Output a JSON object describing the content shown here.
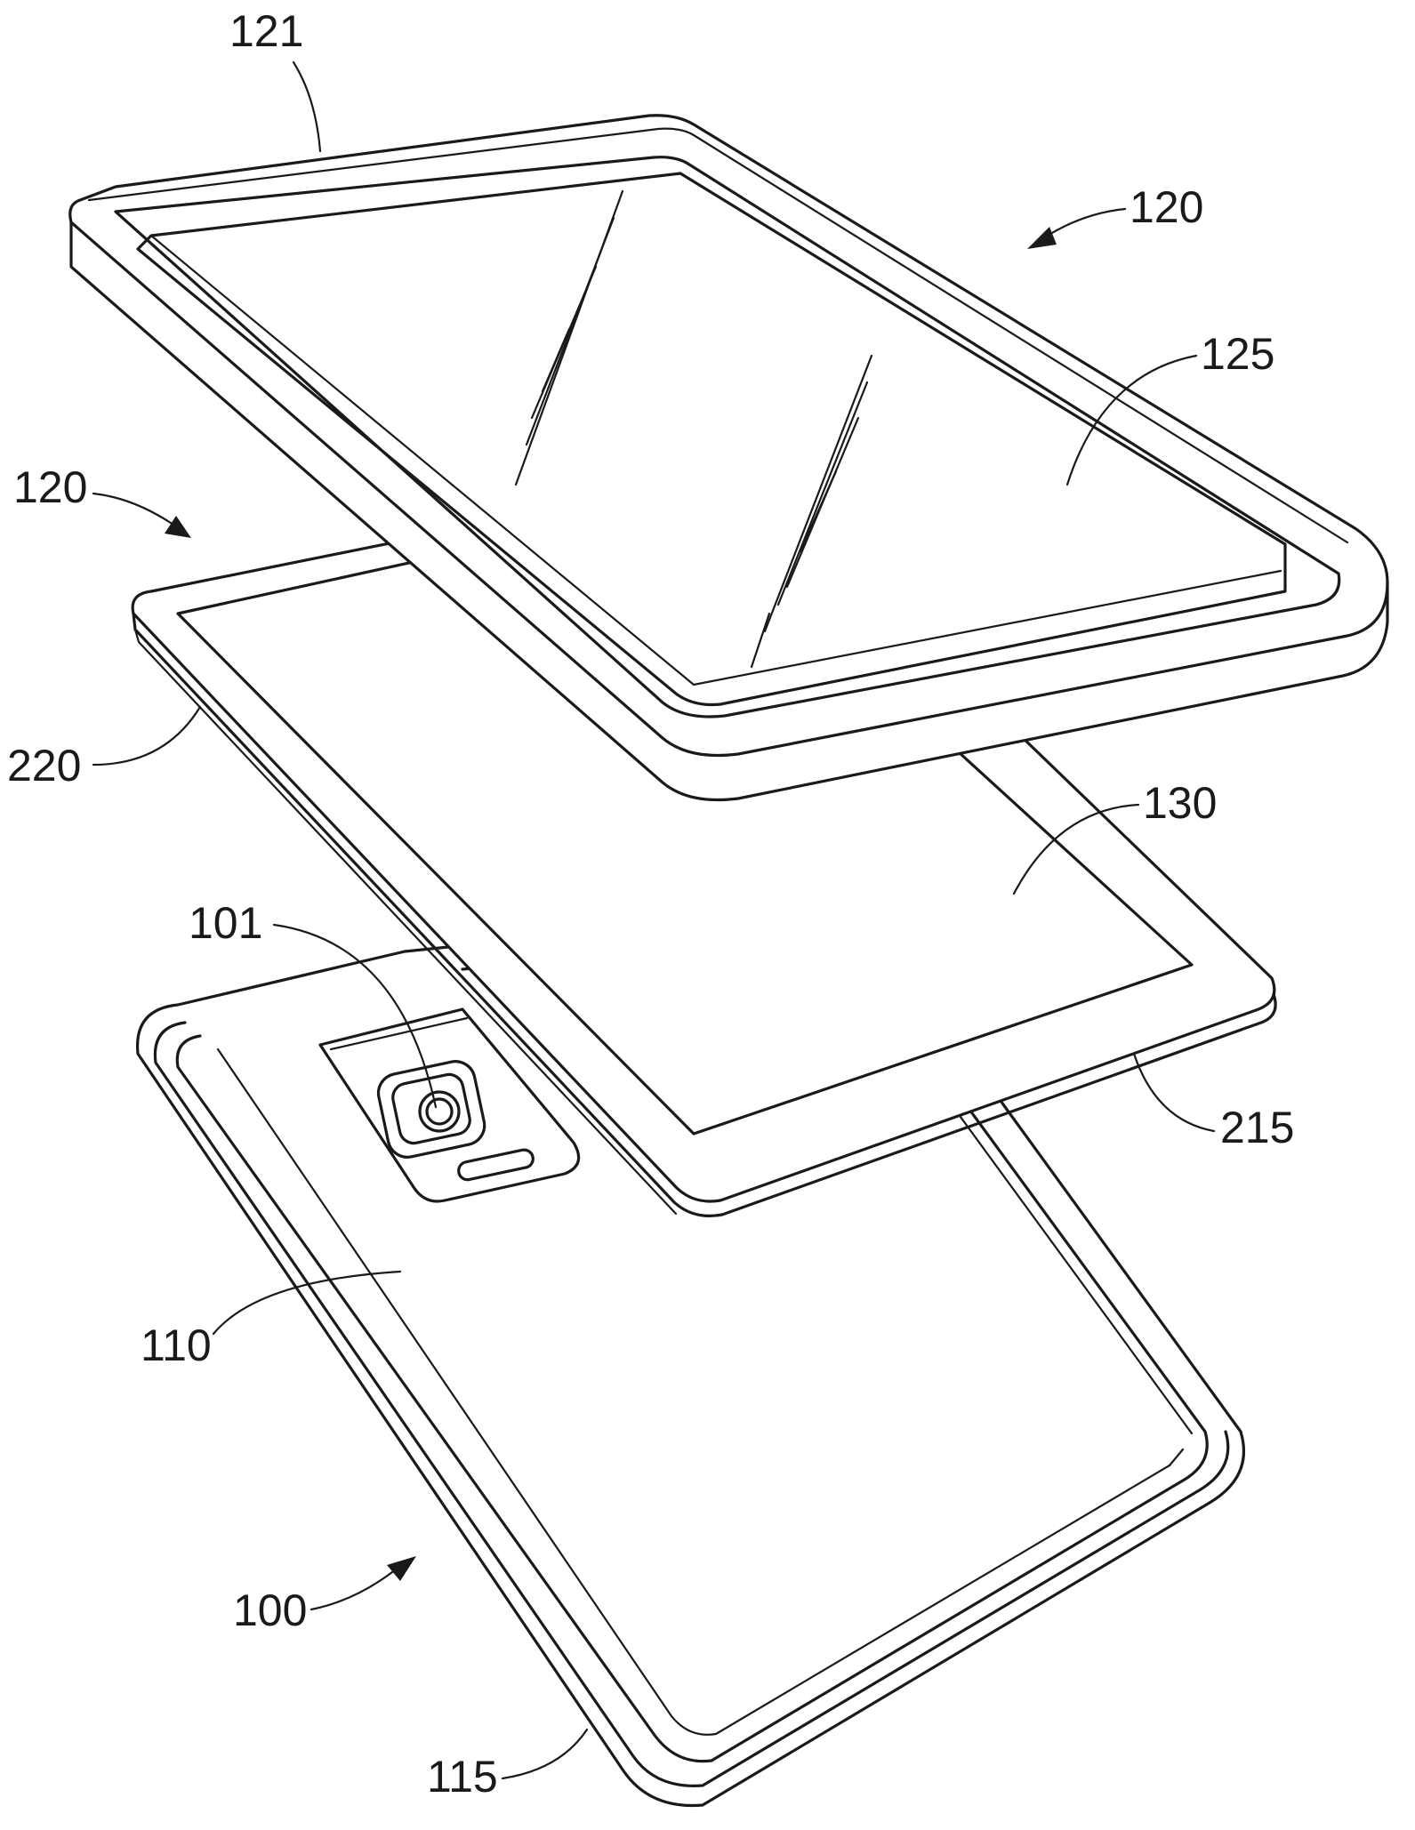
{
  "figure": {
    "labels": {
      "ref_121": "121",
      "ref_120_top": "120",
      "ref_125": "125",
      "ref_120_left": "120",
      "ref_220": "220",
      "ref_130": "130",
      "ref_101": "101",
      "ref_215": "215",
      "ref_110": "110",
      "ref_100": "100",
      "ref_115": "115"
    },
    "colors": {
      "line": "#1a1a1a",
      "background": "#ffffff"
    }
  }
}
